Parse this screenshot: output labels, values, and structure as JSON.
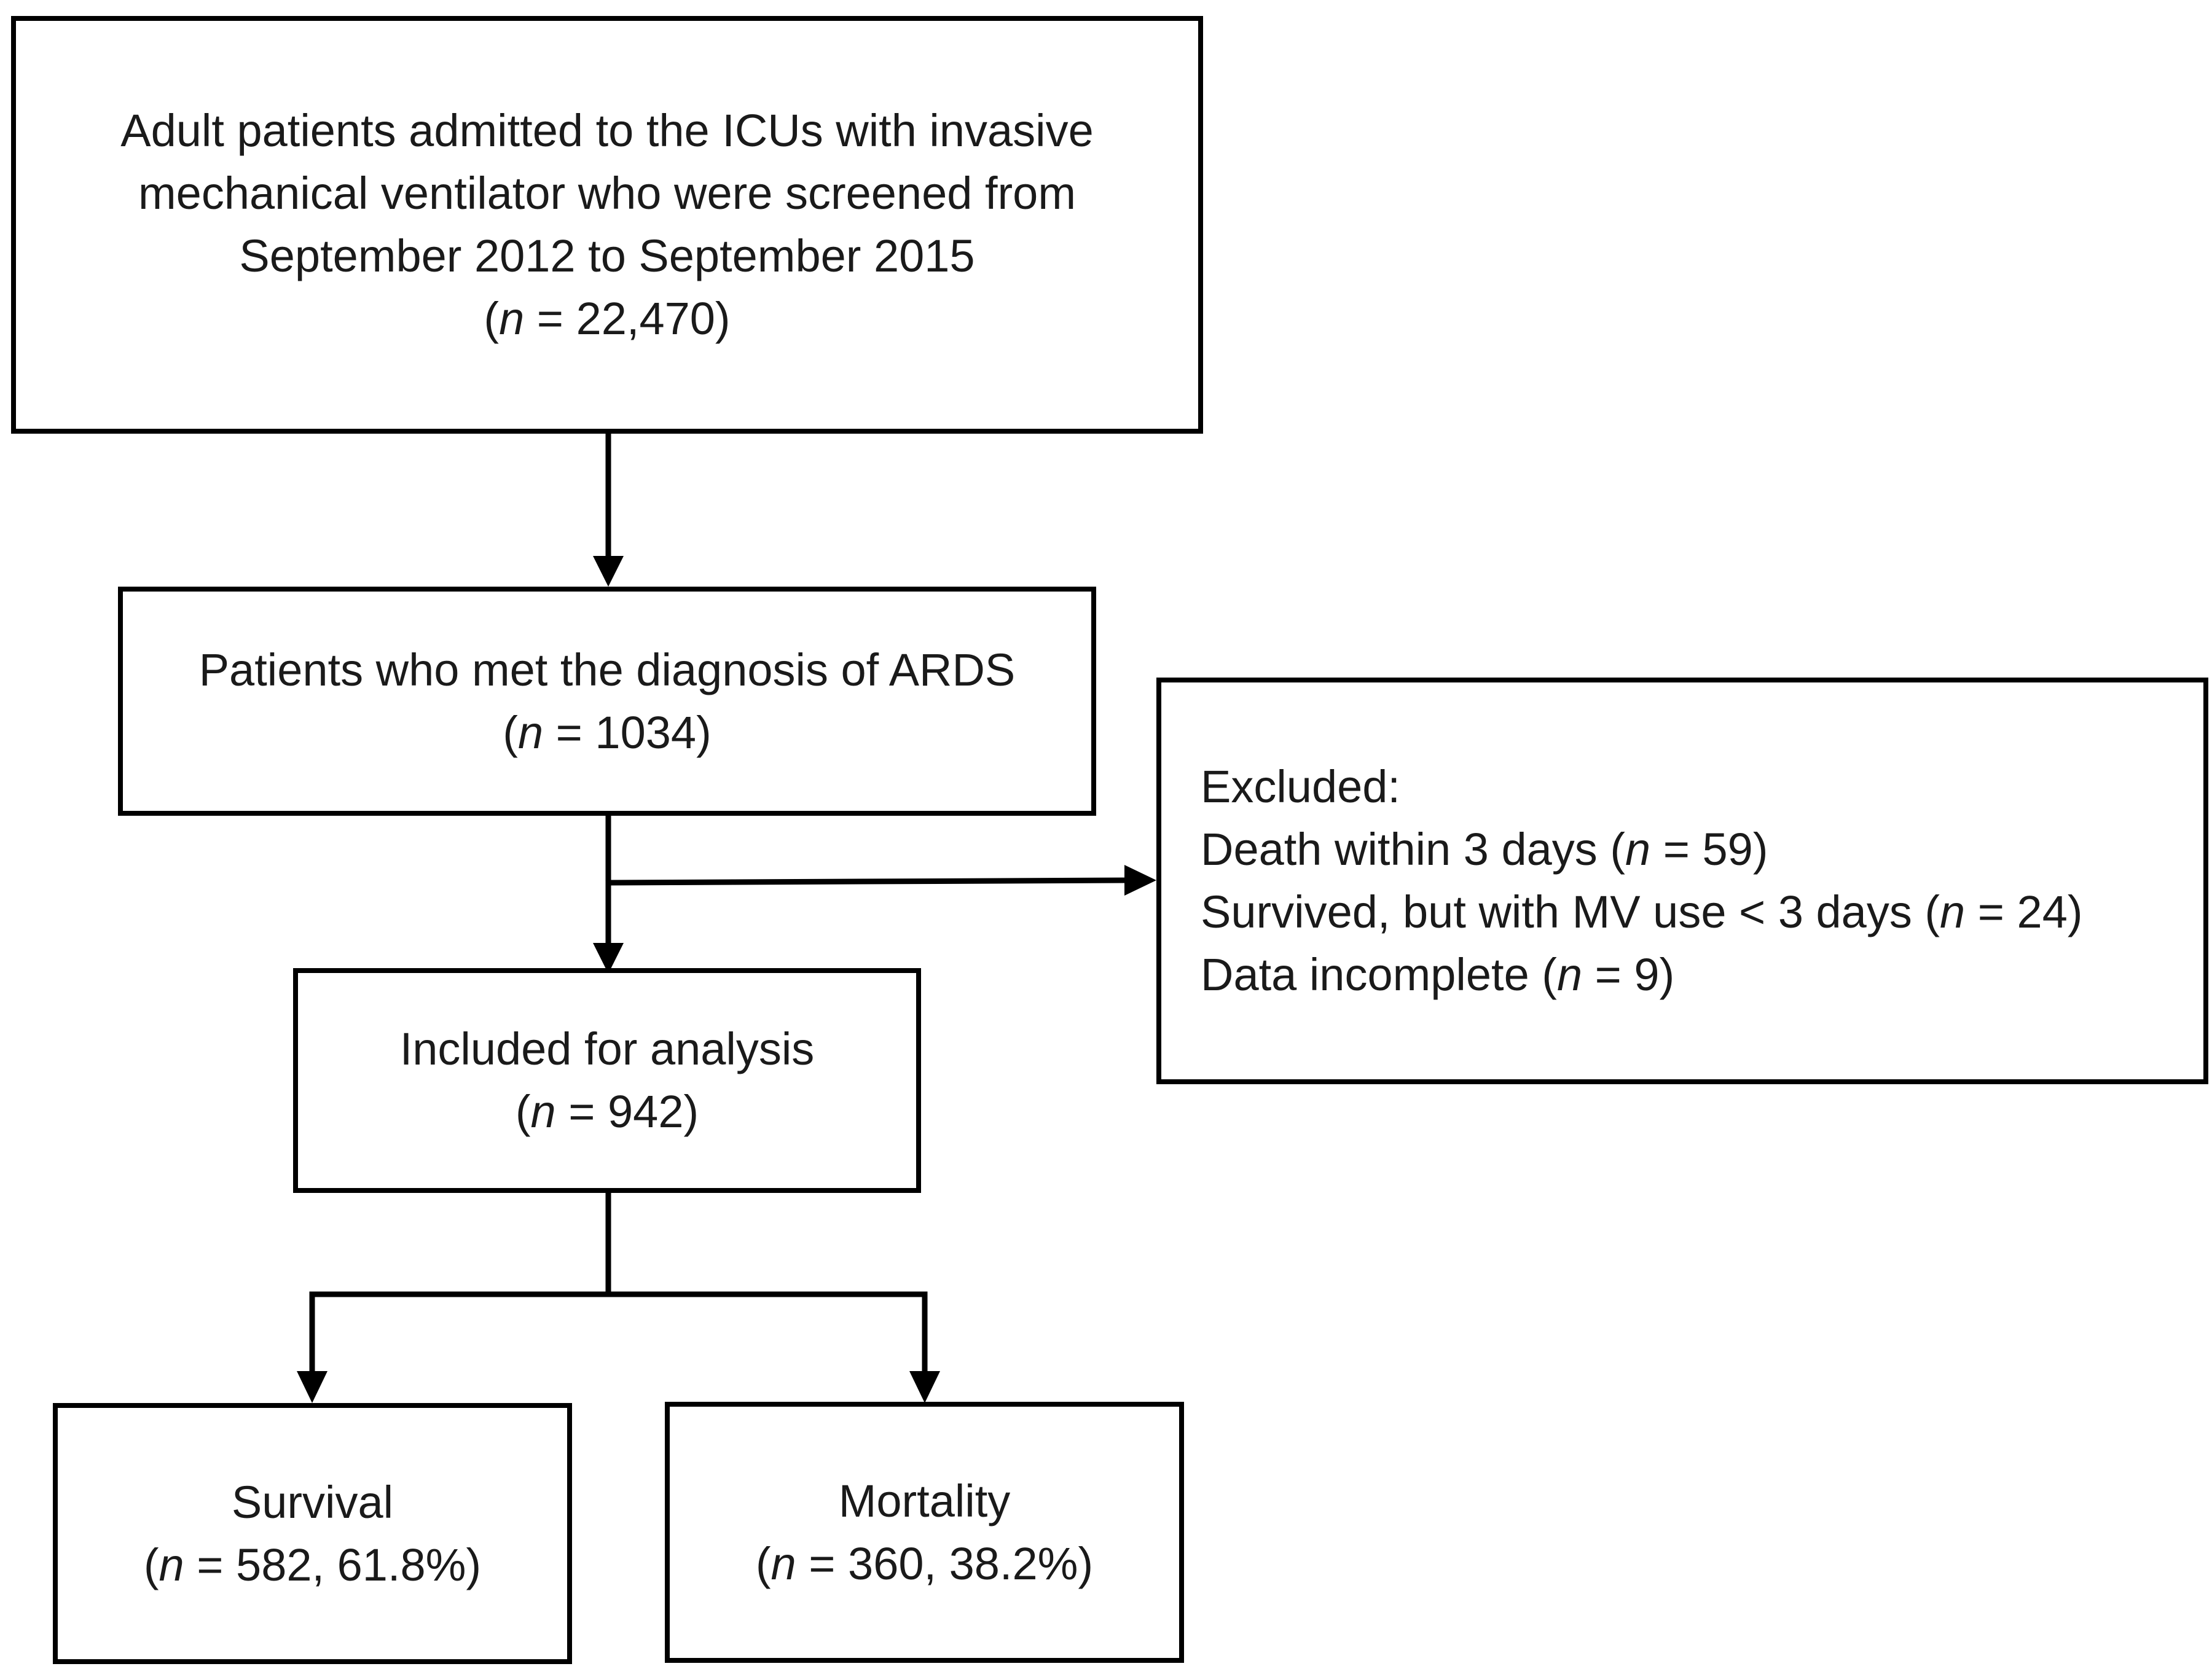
{
  "nodes": {
    "screened": {
      "lines": [
        "Adult patients admitted to the ICUs with invasive",
        "mechanical ventilator who were screened from",
        "September 2012 to September 2015"
      ],
      "count": {
        "n": "n",
        "rest": " = 22,470"
      }
    },
    "ards": {
      "lines": [
        "Patients who met the diagnosis of ARDS"
      ],
      "count": {
        "n": "n",
        "rest": " = 1034"
      }
    },
    "excluded": {
      "title": "Excluded:",
      "items": [
        {
          "pre": "Death within 3 days (",
          "n": "n",
          "rest": " = 59)"
        },
        {
          "pre": "Survived, but with MV use < 3 days (",
          "n": "n",
          "rest": " = 24)"
        },
        {
          "pre": "Data incomplete (",
          "n": "n",
          "rest": " = 9)"
        }
      ]
    },
    "included": {
      "lines": [
        "Included for analysis"
      ],
      "count": {
        "n": "n",
        "rest": " = 942"
      }
    },
    "survival": {
      "lines": [
        "Survival"
      ],
      "count": {
        "n": "n",
        "rest": " = 582, 61.8%"
      }
    },
    "mortality": {
      "lines": [
        "Mortality"
      ],
      "count": {
        "n": "n",
        "rest": " = 360, 38.2%"
      }
    }
  }
}
